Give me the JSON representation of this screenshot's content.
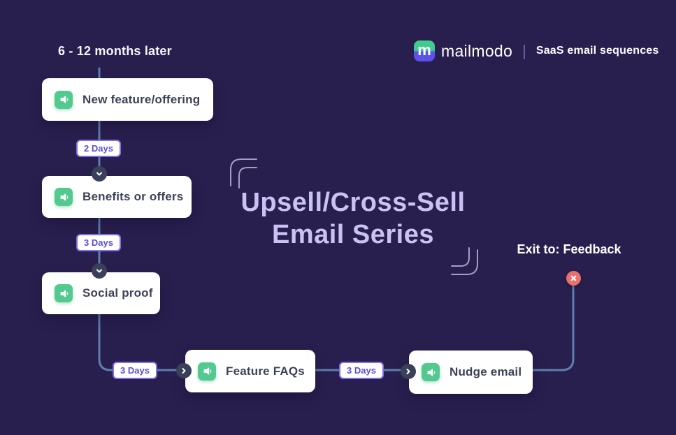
{
  "canvas": {
    "background": "#291f4f"
  },
  "header": {
    "timeline_label": "6 - 12 months later",
    "brand": {
      "monogram": "m",
      "name": "mailmodo",
      "separator": "|",
      "tagline": "SaaS email sequences"
    }
  },
  "title": {
    "line1": "Upsell/Cross-Sell",
    "line2": "Email Series"
  },
  "exit": {
    "label": "Exit to: Feedback"
  },
  "nodes": [
    {
      "label": "New feature/offering",
      "icon": "megaphone-icon"
    },
    {
      "label": "Benefits or offers",
      "icon": "megaphone-icon"
    },
    {
      "label": "Social proof",
      "icon": "megaphone-icon"
    },
    {
      "label": "Feature FAQs",
      "icon": "megaphone-icon"
    },
    {
      "label": "Nudge email",
      "icon": "megaphone-icon"
    }
  ],
  "delays": [
    {
      "label": "2 Days"
    },
    {
      "label": "3 Days"
    },
    {
      "label": "3 Days"
    },
    {
      "label": "3 Days"
    }
  ],
  "colors": {
    "background": "#291f4f",
    "card_text": "#3d4258",
    "icon_green": "#52c98e",
    "badge_border": "#7d6ff0",
    "badge_text": "#5b4fd8",
    "connector": "#5d7fad",
    "circle_dark": "#3a4059",
    "exit_red": "#e8706d",
    "title": "#c9c2f2"
  }
}
